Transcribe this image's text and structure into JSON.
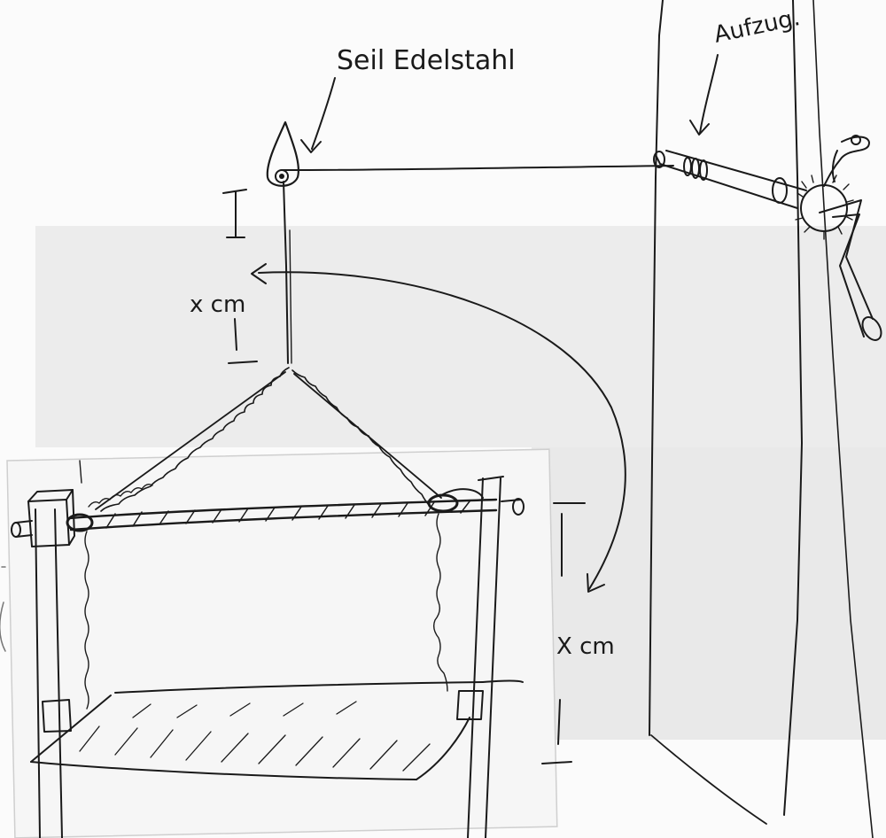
{
  "labels": {
    "rope": "Seil Edelstahl",
    "hoist": "Aufzug.",
    "distance_upper": "x cm",
    "distance_lower": "X cm"
  }
}
